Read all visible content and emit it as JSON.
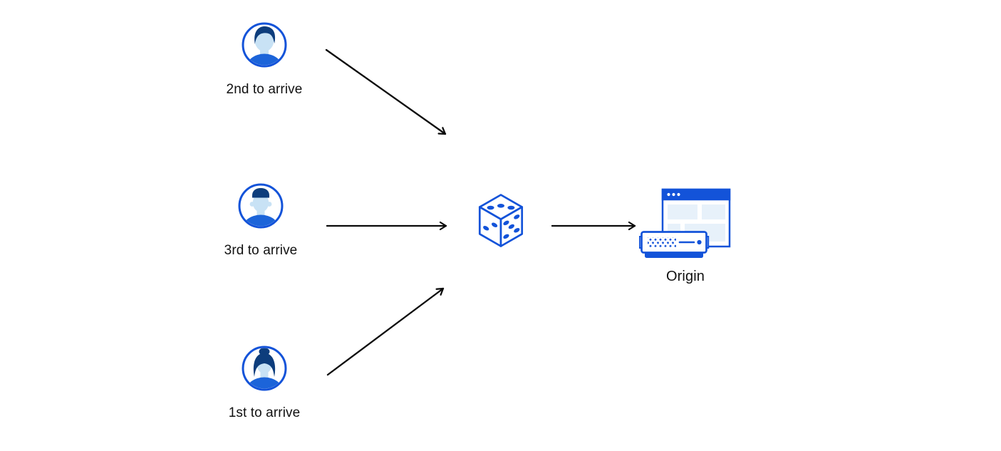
{
  "colors": {
    "accent": "#1353D9",
    "hair": "#0D3D7C",
    "skin": "#C8E2F5",
    "shirt": "#1C64D9",
    "panel": "#E7F1FA",
    "arrow": "#0a0a0a",
    "text": "#111111",
    "canvas": "#ffffff"
  },
  "diagram": {
    "nodes": {
      "second": {
        "label": "2nd to arrive",
        "icon": "user-male-avatar-icon"
      },
      "third": {
        "label": "3rd to arrive",
        "icon": "user-male-avatar-icon"
      },
      "first": {
        "label": "1st to arrive",
        "icon": "user-female-avatar-icon"
      },
      "randomizer": {
        "icon": "dice-icon"
      },
      "origin": {
        "label": "Origin",
        "icon": "origin-server-icon"
      }
    },
    "edges": [
      {
        "from": "second",
        "to": "randomizer"
      },
      {
        "from": "third",
        "to": "randomizer"
      },
      {
        "from": "first",
        "to": "randomizer"
      },
      {
        "from": "randomizer",
        "to": "origin"
      }
    ]
  }
}
